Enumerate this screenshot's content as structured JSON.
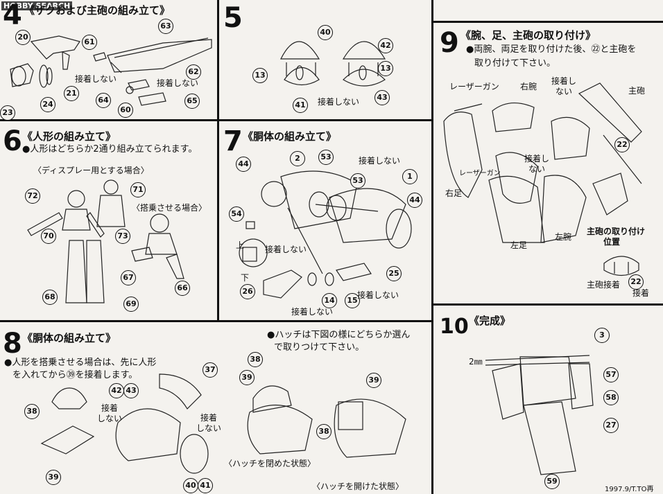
{
  "watermark": "HOBBY SEARCH",
  "step4": {
    "num": "4",
    "title": "《ザクおよび主砲の組み立て》",
    "labels": [
      "接着しない",
      "接着しない"
    ],
    "parts": [
      "20",
      "63",
      "61",
      "62",
      "21",
      "23",
      "24",
      "64",
      "60",
      "65"
    ]
  },
  "step5": {
    "num": "5",
    "labels": [
      "接着しない"
    ],
    "parts": [
      "40",
      "42",
      "13",
      "13",
      "41",
      "43"
    ]
  },
  "step6": {
    "num": "6",
    "title": "《人形の組み立て》",
    "note": "●人形はどちらか2通り組み立てられます。",
    "display_case": "〈ディスプレー用とする場合〉",
    "ride_case": "〈搭乗させる場合〉",
    "parts": [
      "72",
      "71",
      "70",
      "73",
      "67",
      "66",
      "68",
      "69"
    ]
  },
  "step7": {
    "num": "7",
    "title": "《胴体の組み立て》",
    "labels": [
      "接着しない",
      "接着しない",
      "接着しない",
      "接着しない"
    ],
    "up": "上",
    "down": "下",
    "parts": [
      "44",
      "2",
      "53",
      "53",
      "1",
      "44",
      "54",
      "25",
      "26",
      "14",
      "15"
    ]
  },
  "step8": {
    "num": "8",
    "title": "《胴体の組み立て》",
    "note_lines": [
      "●人形を搭乗させる場合は、先に人形",
      "を入れてから㊴を接着します。"
    ],
    "hatch_lines": [
      "●ハッチは下図の様にどちらか選ん",
      "で取りつけて下さい。"
    ],
    "labels": [
      "接着",
      "しない",
      "接着",
      "しない"
    ],
    "closed": "〈ハッチを閉めた状態〉",
    "open": "〈ハッチを開けた状態〉",
    "parts": [
      "42",
      "43",
      "37",
      "38",
      "39",
      "40",
      "41",
      "38",
      "39",
      "39",
      "38"
    ]
  },
  "step9": {
    "num": "9",
    "title": "《腕、足、主砲の取り付け》",
    "note_lines": [
      "●両腕、両足を取り付けた後、㉒と主砲を",
      "取り付けて下さい。"
    ],
    "labels": {
      "laser": "レーザーガン",
      "right_arm": "右腕",
      "no_glue1": "接着しない",
      "main_gun": "主砲",
      "laser2": "レーザーガン",
      "no_glue2": "接着しない",
      "right_leg": "右足",
      "left_leg": "左足",
      "left_arm": "左腕",
      "mount_title": "主砲の取り付け",
      "mount_pos": "位置",
      "gun_glue": "主砲接着",
      "glue": "接着"
    },
    "parts": [
      "22",
      "22"
    ]
  },
  "step10": {
    "num": "10",
    "title": "《完成》",
    "dim": "2㎜",
    "parts": [
      "3",
      "57",
      "58",
      "27",
      "59"
    ]
  },
  "footer": "1997.9/T.TO再"
}
